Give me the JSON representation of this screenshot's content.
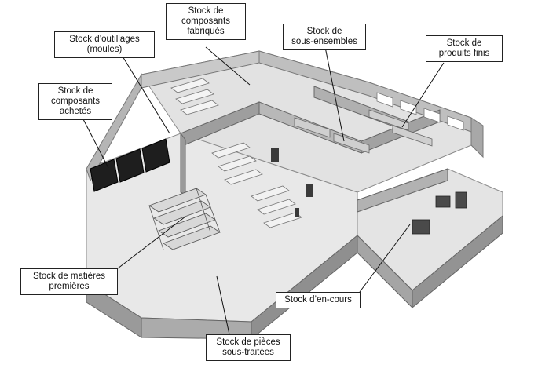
{
  "labels": {
    "fabricated_components": [
      "Stock de",
      "composants",
      "fabriqués"
    ],
    "tooling": [
      "Stock d’outillages",
      "(moules)"
    ],
    "subassemblies": [
      "Stock de",
      "sous-ensembles"
    ],
    "finished_products": [
      "Stock de",
      "produits finis"
    ],
    "purchased_components": [
      "Stock de",
      "composants",
      "achetés"
    ],
    "raw_materials": [
      "Stock de matières",
      "premières"
    ],
    "work_in_progress": [
      "Stock d’en-cours"
    ],
    "subcontracted_parts": [
      "Stock de pièces",
      "sous-traitées"
    ]
  },
  "colors": {
    "floor": "#e6e6e6",
    "wall_face": "#9a9a9a",
    "wall_top": "#c9c9c9",
    "dark_block": "#1e1e1e",
    "leader": "#111111"
  }
}
